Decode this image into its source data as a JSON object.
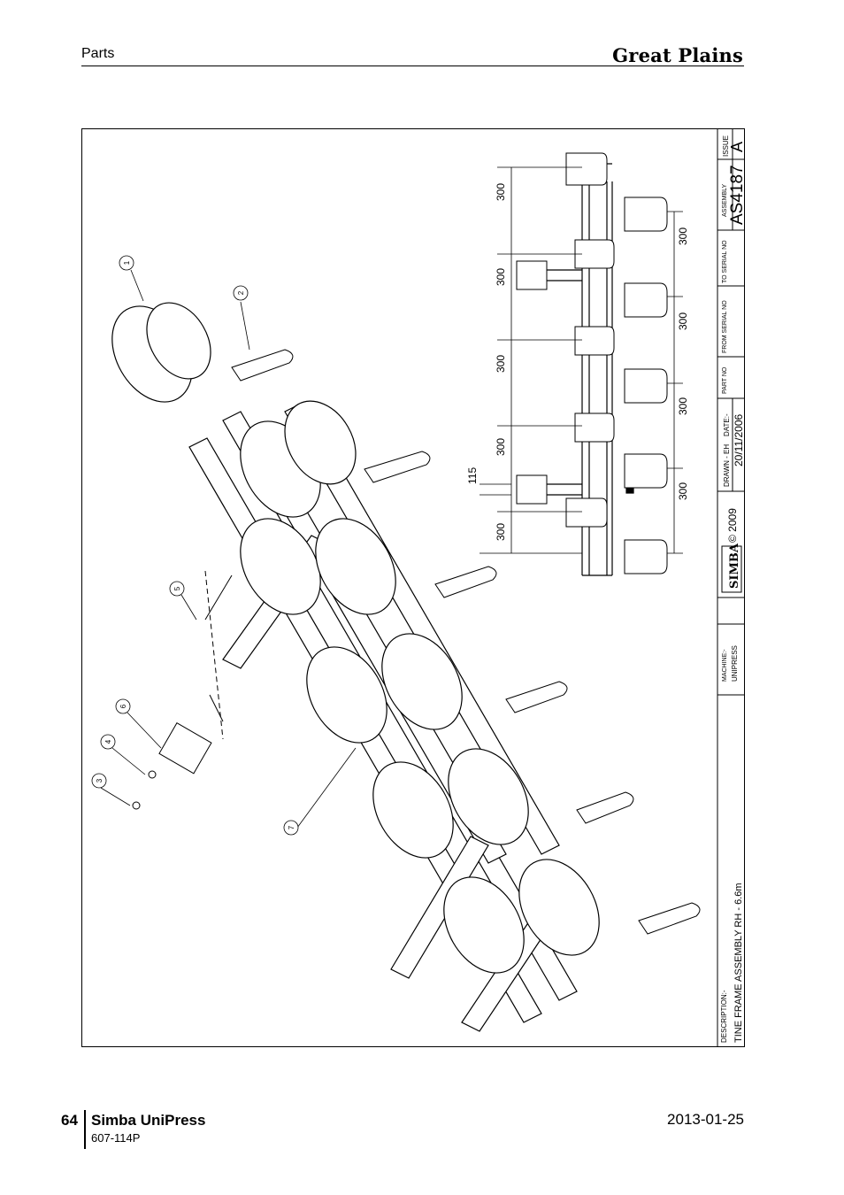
{
  "header": {
    "section": "Parts",
    "brand": "Great Plains"
  },
  "drawing": {
    "balloons": [
      "1",
      "2",
      "3",
      "4",
      "5",
      "6",
      "7"
    ],
    "dimensions": {
      "left_column": [
        "300",
        "300",
        "300",
        "300",
        "300"
      ],
      "offset": "115",
      "right_column": [
        "300",
        "300",
        "300",
        "300"
      ]
    },
    "title_block": {
      "issue_label": "ISSUE",
      "issue": "A",
      "assembly_label": "ASSEMBLY",
      "assembly": "AS4187",
      "to_serial_label": "TO SERIAL NO",
      "from_serial_label": "FROM SERIAL NO",
      "part_no_label": "PART NO",
      "drawn_label": "DRAWN - EH",
      "date_label": "DATE:-",
      "date": "20/11/2006",
      "logo": "SIMBA",
      "copyright": "© 2009",
      "machine_label": "MACHINE:-",
      "machine": "UNIPRESS",
      "description_label": "DESCRIPTION:-",
      "description": "TINE FRAME ASSEMBLY RH - 6.6m"
    }
  },
  "footer": {
    "page_number": "64",
    "product": "Simba UniPress",
    "doc_code": "607-114P",
    "date": "2013-01-25"
  }
}
